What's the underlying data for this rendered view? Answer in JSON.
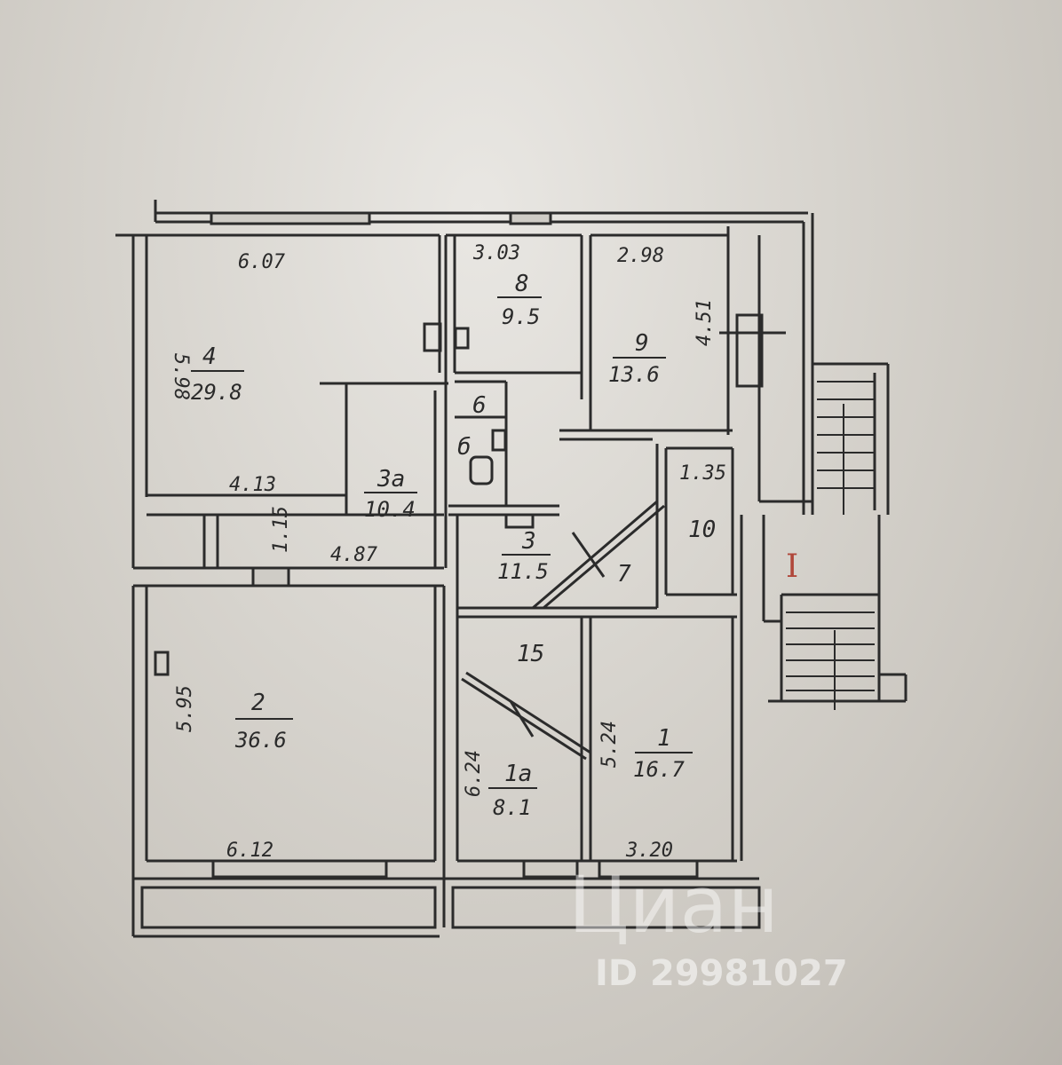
{
  "rooms": [
    {
      "id": "4",
      "number": "4",
      "area": "29.8",
      "dims": [
        "6.07",
        "4.13"
      ],
      "side": "5.98"
    },
    {
      "id": "8",
      "number": "8",
      "area": "9.5",
      "dims": [
        "3.03"
      ]
    },
    {
      "id": "9",
      "number": "9",
      "area": "13.6",
      "dims": [
        "2.98"
      ],
      "side": "4.51"
    },
    {
      "id": "6",
      "number": "6",
      "area": "",
      "number_b": "б"
    },
    {
      "id": "3a",
      "number": "3а",
      "area": "10.4",
      "dims": [
        "4.87"
      ],
      "side": "1.15"
    },
    {
      "id": "3",
      "number": "3",
      "area": "11.5"
    },
    {
      "id": "7",
      "number": "7"
    },
    {
      "id": "10",
      "number": "10",
      "dims": [
        "1.35"
      ]
    },
    {
      "id": "2",
      "number": "2",
      "area": "36.6",
      "dims": [
        "6.12"
      ],
      "side": "5.95"
    },
    {
      "id": "15",
      "number": "15"
    },
    {
      "id": "1a",
      "number": "1а",
      "area": "8.1",
      "side": "6.24"
    },
    {
      "id": "1",
      "number": "1",
      "area": "16.7",
      "dims": [
        "3.20"
      ],
      "side": "5.24"
    }
  ],
  "entrance_label": "I",
  "watermark": {
    "brand": "Циан",
    "id": "ID 29981027"
  },
  "colors": {
    "ink": "#2a2a2a",
    "accent": "#b0473a"
  }
}
